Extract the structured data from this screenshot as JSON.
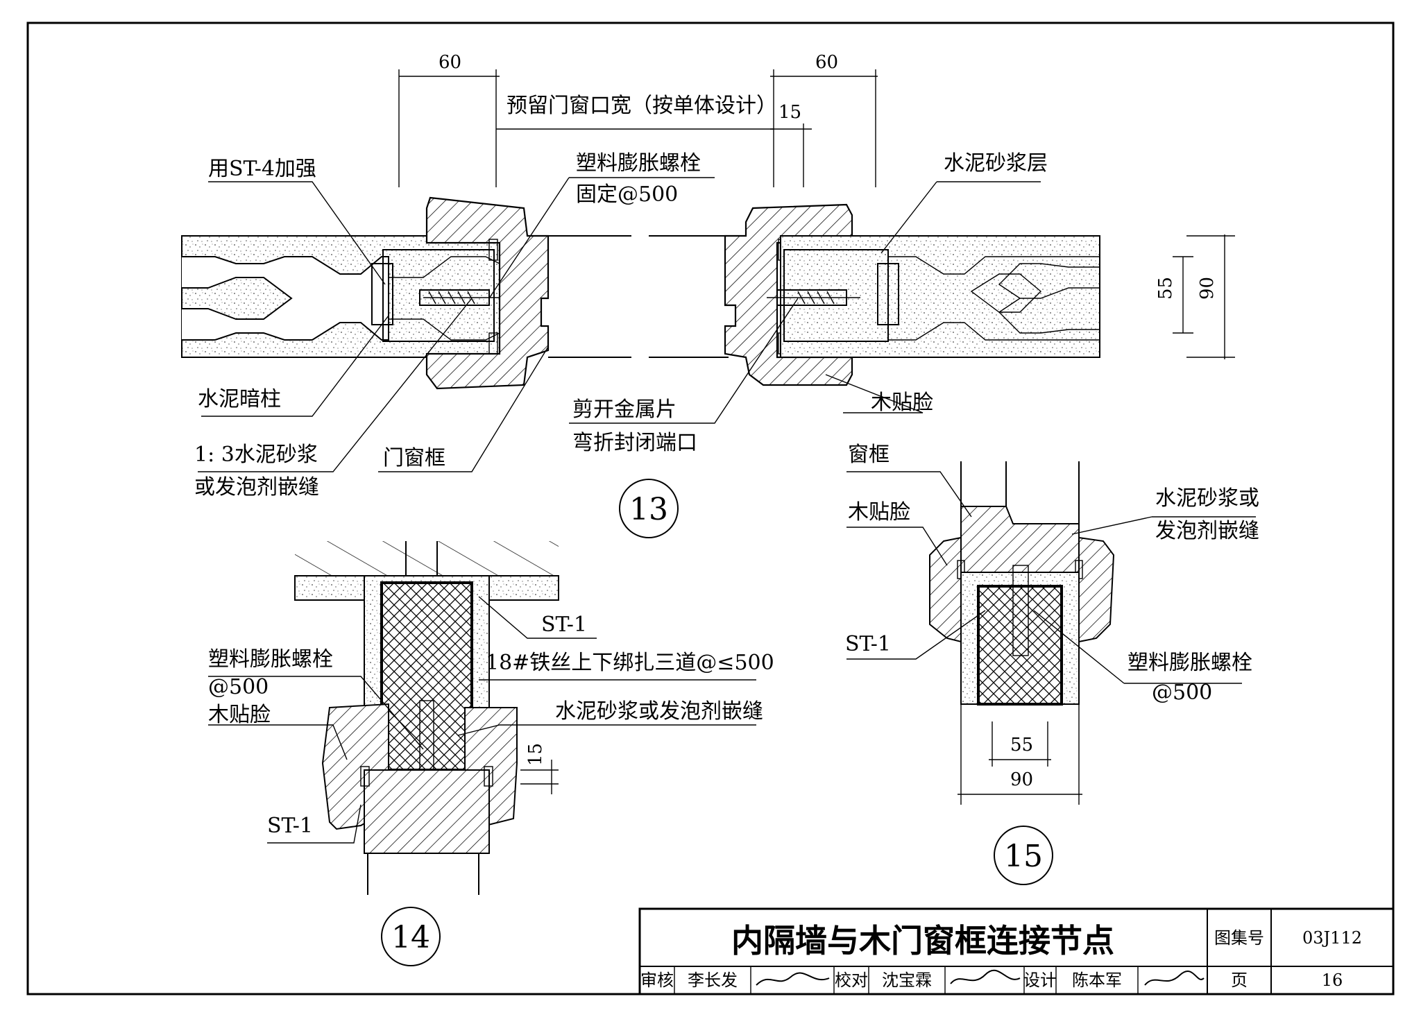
{
  "dims": {
    "d60_left": "60",
    "d60_right": "60",
    "d15_top": "15",
    "opening": "预留门窗口宽（按单体设计）",
    "d55_right": "55",
    "d90_right": "90",
    "d15_det14": "15",
    "d55_det15": "55",
    "d90_det15": "90"
  },
  "detail13": {
    "callout_st4": "用ST-4加强",
    "callout_bolt_1": "塑料膨胀螺栓",
    "callout_bolt_2": "固定@500",
    "callout_mortar_layer": "水泥砂浆层",
    "callout_column": "水泥暗柱",
    "callout_mortar_1": "1: 3水泥砂浆",
    "callout_mortar_2": "或发泡剂嵌缝",
    "callout_frame": "门窗框",
    "callout_cut_1": "剪开金属片",
    "callout_cut_2": "弯折封闭端口",
    "callout_trim": "木贴脸",
    "number": "13"
  },
  "detail14": {
    "callout_st1_top": "ST-1",
    "callout_wire": "18#铁丝上下绑扎三道@≤500",
    "callout_bolt_1": "塑料膨胀螺栓",
    "callout_bolt_2": "@500",
    "callout_trim": "木贴脸",
    "callout_mortar": "水泥砂浆或发泡剂嵌缝",
    "callout_st1_bottom": "ST-1",
    "number": "14"
  },
  "detail15": {
    "callout_window_frame": "窗框",
    "callout_trim": "木贴脸",
    "callout_mortar_1": "水泥砂浆或",
    "callout_mortar_2": "发泡剂嵌缝",
    "callout_st1": "ST-1",
    "callout_bolt_1": "塑料膨胀螺栓",
    "callout_bolt_2": "@500",
    "number": "15"
  },
  "title_block": {
    "title": "内隔墙与木门窗框连接节点",
    "atlas_label": "图集号",
    "atlas_value": "03J112",
    "review_label": "审核",
    "review_name": "李长发",
    "check_label": "校对",
    "check_name": "沈宝霖",
    "design_label": "设计",
    "design_name": "陈本军",
    "page_label": "页",
    "page_value": "16"
  }
}
